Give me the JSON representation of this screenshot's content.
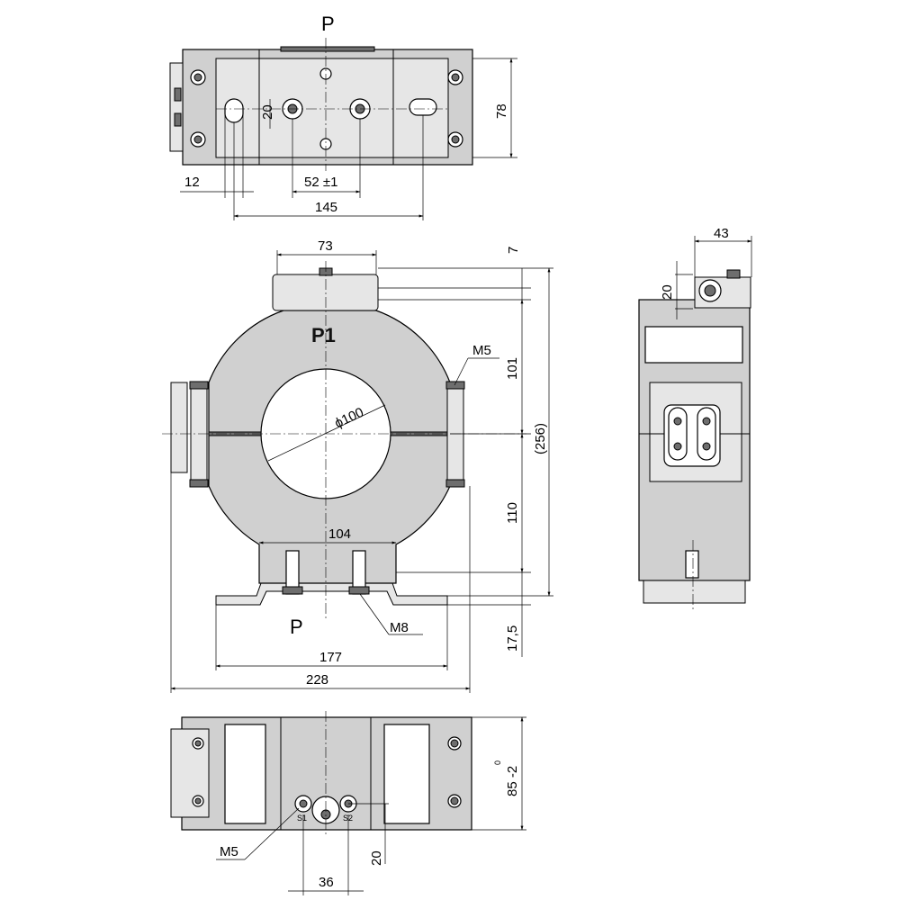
{
  "views": {
    "top": {
      "section_label": "P"
    },
    "front": {
      "body_label": "P1",
      "section_label": "P"
    },
    "side": {},
    "bottom": {}
  },
  "dimensions": {
    "top_20": "20",
    "top_78": "78",
    "top_12": "12",
    "top_52": "52 ±1",
    "top_145": "145",
    "front_73": "73",
    "front_7": "7",
    "front_101": "101",
    "front_256": "(256)",
    "front_110": "110",
    "front_17_5": "17,5",
    "front_104": "104",
    "front_177": "177",
    "front_228": "228",
    "front_dia": "ϕ100",
    "front_m5": "M5",
    "front_m8": "M8",
    "side_43": "43",
    "side_20": "20",
    "bottom_85": "85 -2",
    "bottom_0": "0",
    "bottom_m5": "M5",
    "bottom_20": "20",
    "bottom_36": "36",
    "terminal_s1": "S1",
    "terminal_s2": "S2"
  }
}
